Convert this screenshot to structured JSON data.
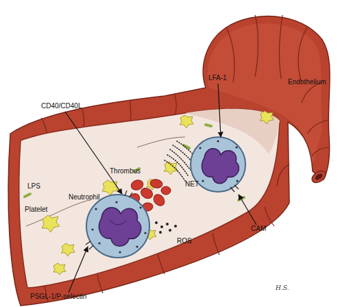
{
  "diagram": {
    "labels": [
      "LFA-1",
      "Endothelium",
      "CD40/CD40L",
      "LPS",
      "Neutrophil",
      "Thrombus",
      "NET",
      "Platelet",
      "ROS",
      "CAM",
      "PSGL-1/P-selectin",
      "H.S."
    ]
  }
}
